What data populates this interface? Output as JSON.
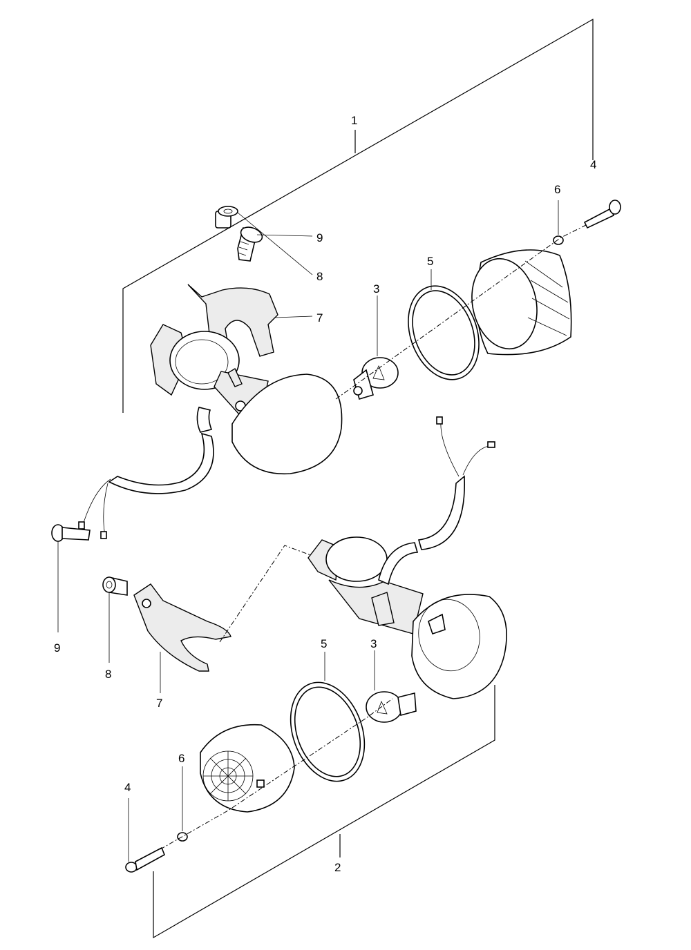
{
  "callouts": {
    "assembly_front": "1",
    "assembly_rear": "2",
    "bulb_a": "3",
    "bulb_b": "3",
    "screw_a": "4",
    "screw_b": "4",
    "gasket_a": "5",
    "gasket_b": "5",
    "washer_a": "6",
    "washer_b": "6",
    "bracket_a": "7",
    "bracket_b": "7",
    "collar_a": "8",
    "collar_b": "8",
    "bolt_a": "9",
    "bolt_b": "9"
  }
}
